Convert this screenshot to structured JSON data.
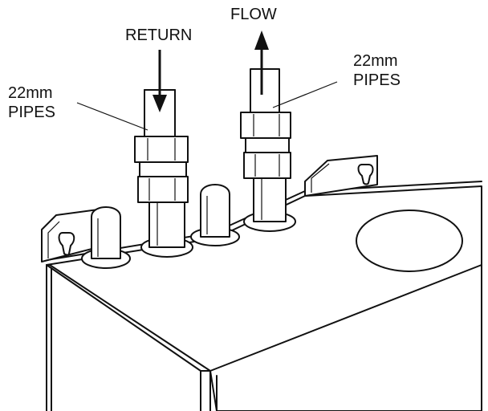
{
  "labels": {
    "flow": "FLOW",
    "return": "RETURN",
    "pipes_left_line1": "22mm",
    "pipes_left_line2": "PIPES",
    "pipes_right_line1": "22mm",
    "pipes_right_line2": "PIPES"
  },
  "colors": {
    "ink": "#111111",
    "paper": "#ffffff"
  }
}
